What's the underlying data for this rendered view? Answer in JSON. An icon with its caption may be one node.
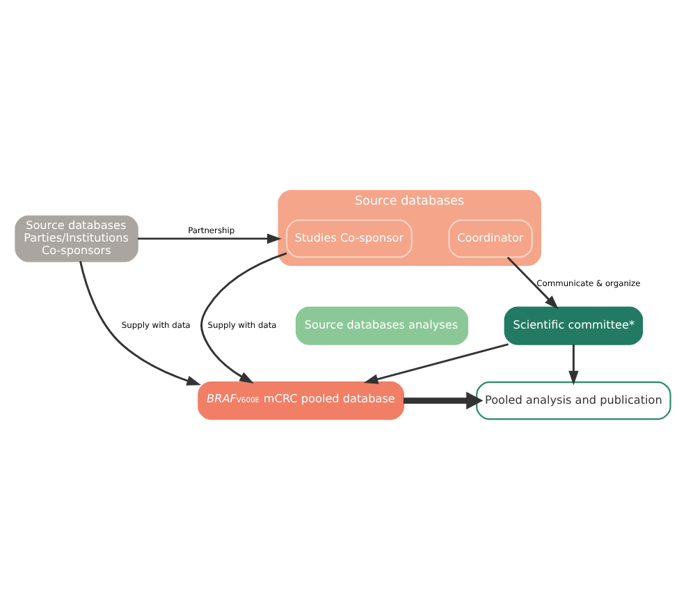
{
  "diagram": {
    "nodes": [
      {
        "text": [
          "Source databases"
        ]
      },
      {
        "text": [
          "Coordinator"
        ],
        "in": 0
      },
      {
        "text": [
          "Studies Co-sponsor"
        ],
        "in": 0
      },
      {
        "text": [
          "Source databases",
          "Parties/Institutions",
          "Co-sponsors"
        ]
      },
      {
        "text": [
          "Source databases analyses"
        ]
      },
      {
        "text": [
          "*BRAF*$^{V600E}$ mCRC pooled database"
        ]
      },
      {
        "text": [
          "Pooled analysis and publication"
        ]
      },
      {
        "text": [
          "Scientific committee*"
        ]
      }
    ],
    "edges": [
      {
        "from": 3,
        "to": 0,
        "arrow": "to",
        "label": "Partnership"
      },
      {
        "from": 2,
        "to": 5,
        "arrow": "to",
        "label": "Supply with data"
      },
      {
        "from": 3,
        "to": 5,
        "arrow": "to",
        "label": "Supply with data"
      },
      {
        "from": 1,
        "to": 7,
        "arrow": "to",
        "label": "Communicate & organize"
      },
      {
        "from": 5,
        "to": 6,
        "arrow": "to",
        "style": "thick"
      },
      {
        "from": 7,
        "to": 5,
        "arrow": "to"
      },
      {
        "from": 7,
        "to": 6,
        "arrow": "to"
      }
    ]
  }
}
